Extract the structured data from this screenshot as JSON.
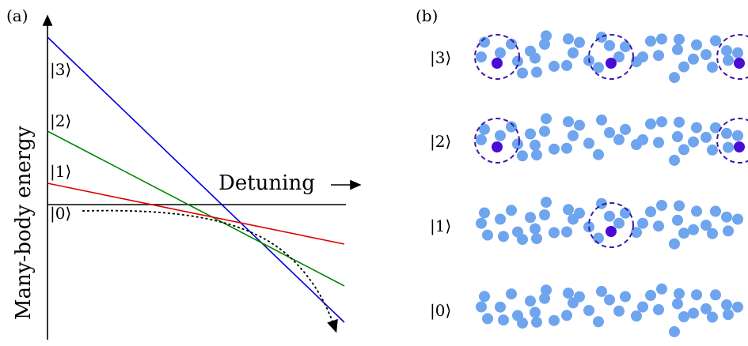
{
  "panel_a": {
    "label": "(a)",
    "y_axis_label": "Many-body energy",
    "x_axis_label": "Detuning",
    "states": [
      {
        "ket": "|3⟩",
        "color": "#0000dd",
        "kind": "line"
      },
      {
        "ket": "|2⟩",
        "color": "#008800",
        "kind": "line"
      },
      {
        "ket": "|1⟩",
        "color": "#dd0000",
        "kind": "line"
      },
      {
        "ket": "|0⟩",
        "color": "#000000",
        "kind": "reference"
      }
    ],
    "adiabatic_path": "dotted-arrow"
  },
  "panel_b": {
    "label": "(b)",
    "rows": [
      {
        "ket": "|3⟩",
        "excitations": 3
      },
      {
        "ket": "|2⟩",
        "excitations": 2
      },
      {
        "ket": "|1⟩",
        "excitations": 1
      },
      {
        "ket": "|0⟩",
        "excitations": 0
      }
    ],
    "colors": {
      "ground_atom": "#6fa4ee",
      "rydberg_atom": "#4a0ad6",
      "blockade_circle": "#3a16a8"
    }
  }
}
